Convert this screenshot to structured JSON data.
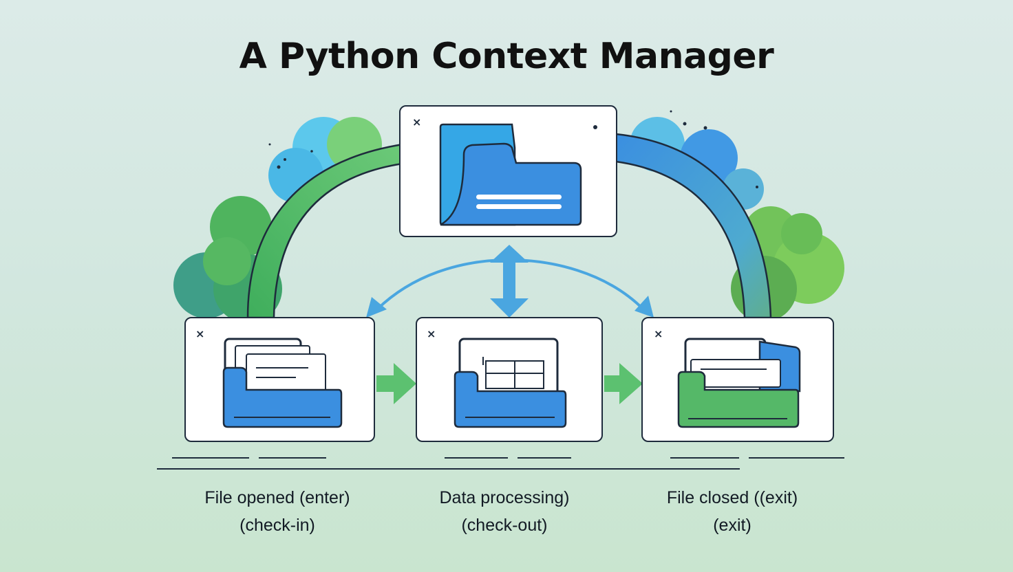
{
  "title": "A Python Context Manager",
  "windows": {
    "top": {
      "close_glyph": "×",
      "icon": "folder-open-icon"
    },
    "enter": {
      "close_glyph": "×",
      "icon": "file-tray-icon"
    },
    "process": {
      "close_glyph": "×",
      "icon": "processing-tray-icon"
    },
    "exit": {
      "close_glyph": "×",
      "icon": "closed-tray-icon"
    }
  },
  "captions": {
    "enter": {
      "line1": "File opened (enter)",
      "line2": "(check-in)"
    },
    "process": {
      "line1": "Data processing)",
      "line2": "(check-out)"
    },
    "exit": {
      "line1": "File closed ((exit)",
      "line2": "(exit)"
    }
  },
  "colors": {
    "blue": "#3a86dc",
    "green": "#55b868",
    "arrow_green": "#5cc170",
    "arrow_blue": "#4aa6e0",
    "outline": "#1e2b3c"
  }
}
